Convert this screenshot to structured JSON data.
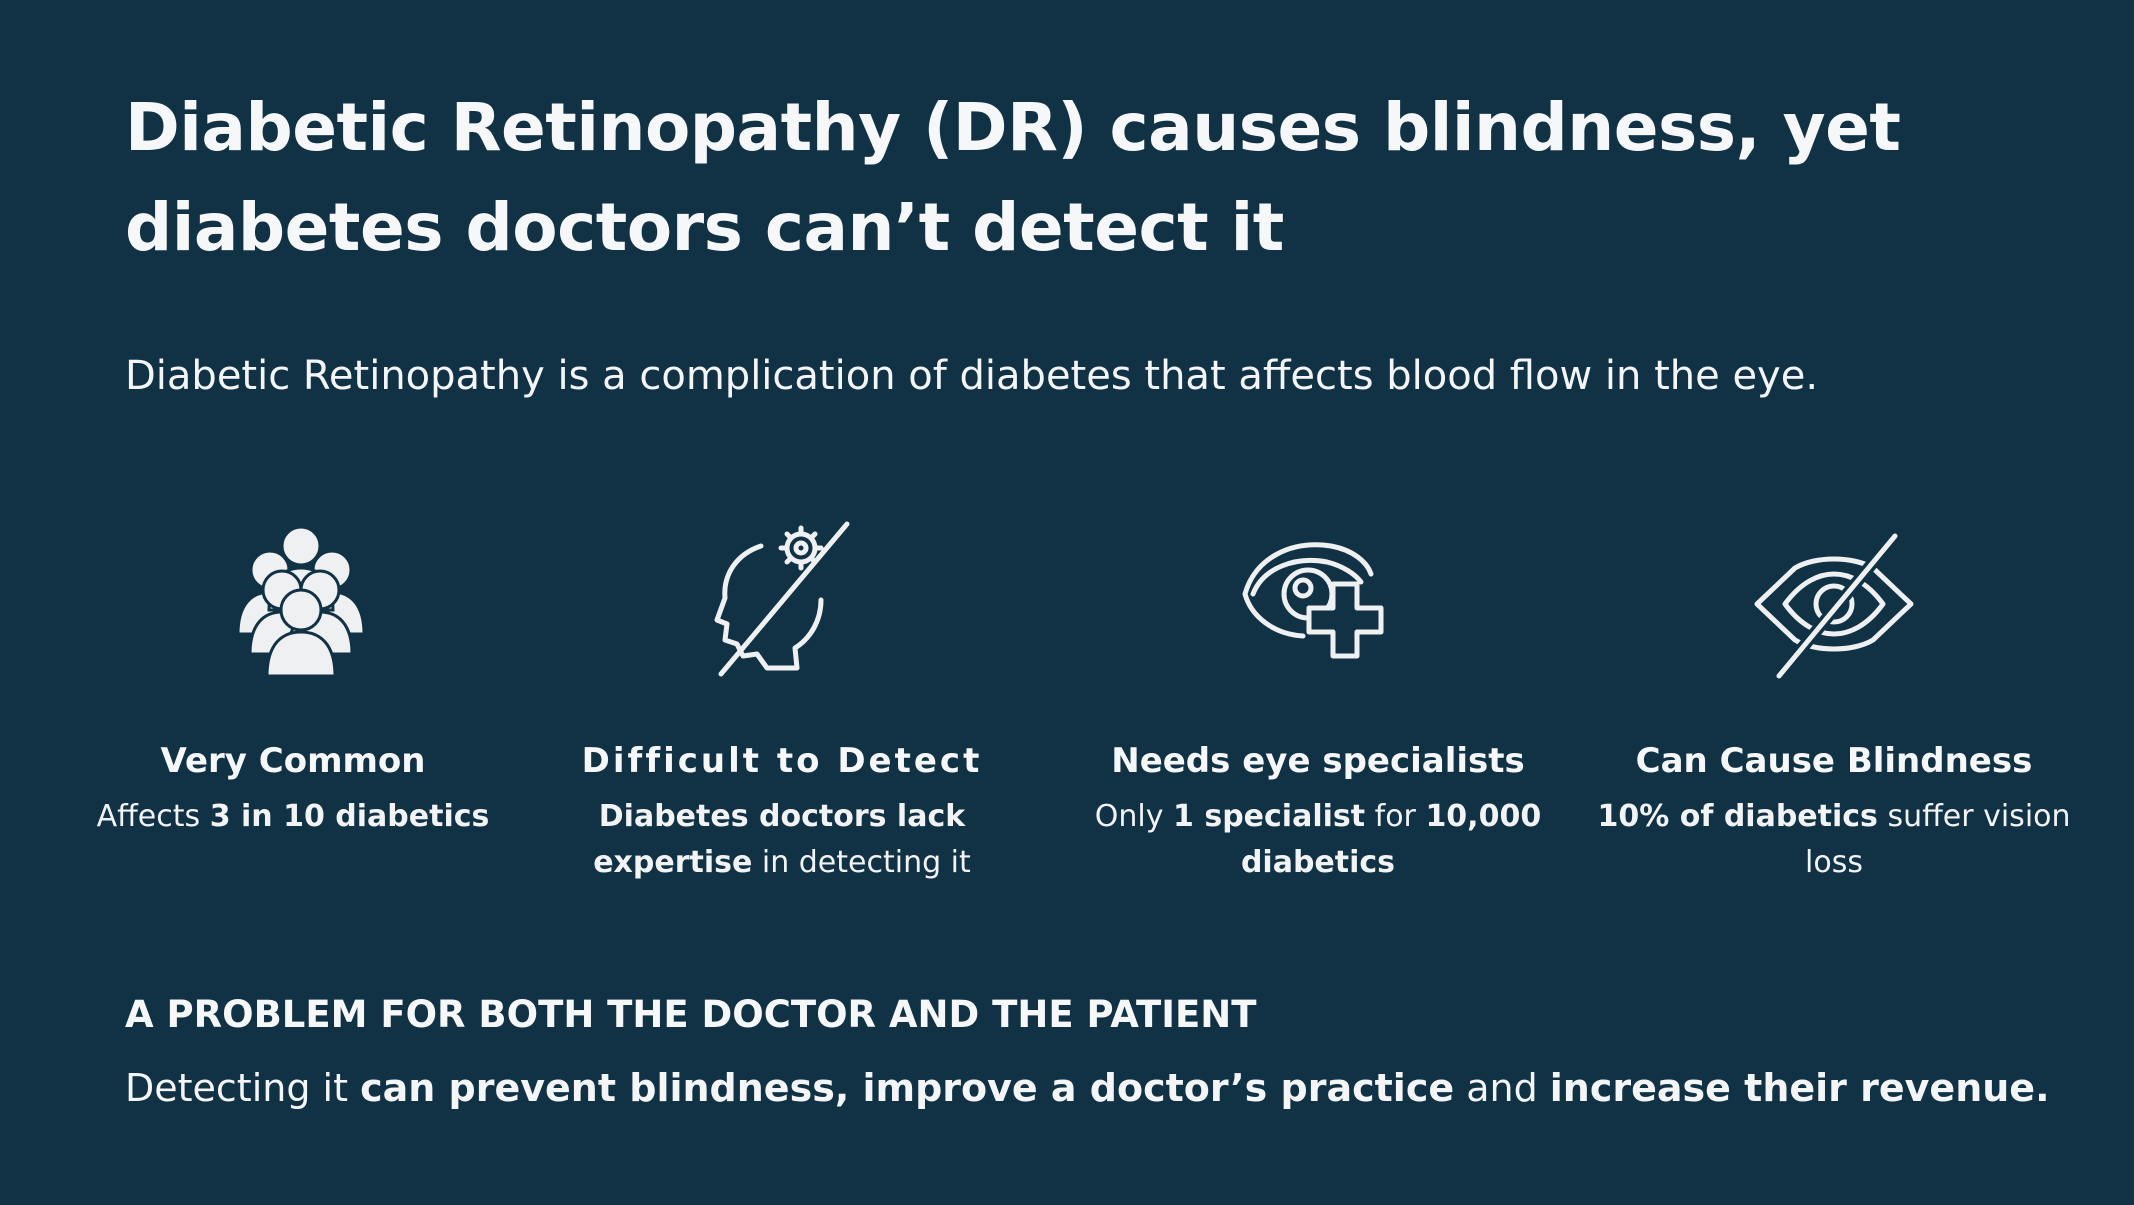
{
  "title": "Diabetic Retinopathy (DR) causes blindness, yet diabetes doctors can’t detect it",
  "subtitle": "Diabetic Retinopathy is a complication of diabetes that affects blood flow in the eye.",
  "features": [
    {
      "icon": "people-group-icon",
      "title": "Very Common",
      "desc_1": "Affects ",
      "desc_2": "3 in 10 diabetics",
      "desc_3": ""
    },
    {
      "icon": "head-gear-slash-icon",
      "title": "Difficult to Detect",
      "desc_1": "Diabetes doctors lack expertise",
      "desc_2": " in detecting it"
    },
    {
      "icon": "eye-medical-cross-icon",
      "title": "Needs eye specialists",
      "desc_1": "Only ",
      "desc_2": "1 specialist",
      "desc_3": " for ",
      "desc_4": "10,000 diabetics"
    },
    {
      "icon": "eye-slash-icon",
      "title": "Can Cause Blindness",
      "desc_1": "10% of diabetics",
      "desc_2": " suffer vision loss"
    }
  ],
  "section_heading": "A PROBLEM FOR BOTH THE DOCTOR AND THE PATIENT",
  "closing": {
    "part1": "Detecting it ",
    "part2": "can prevent blindness, improve a doctor’s practice",
    "part3": " and ",
    "part4": "increase their revenue."
  },
  "colors": {
    "background": "#113245",
    "text": "#ffffff",
    "icon": "#eef0f2"
  }
}
